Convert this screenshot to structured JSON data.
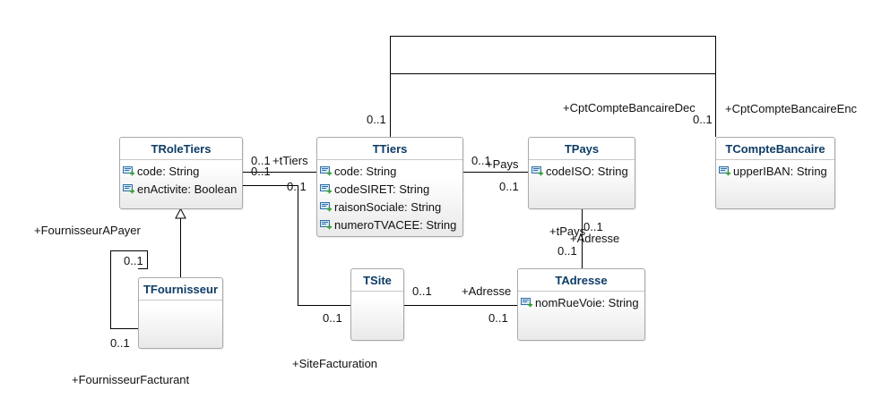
{
  "classes": [
    {
      "id": "TRoleTiers",
      "title": "TRoleTiers",
      "attributes": [
        "code: String",
        "enActivite: Boolean"
      ]
    },
    {
      "id": "TTiers",
      "title": "TTiers",
      "attributes": [
        "code: String",
        "codeSIRET: String",
        "raisonSociale: String",
        "numeroTVACEE: String"
      ]
    },
    {
      "id": "TPays",
      "title": "TPays",
      "attributes": [
        "codeISO: String"
      ]
    },
    {
      "id": "TCompteBancaire",
      "title": "TCompteBancaire",
      "attributes": [
        "upperIBAN: String"
      ]
    },
    {
      "id": "TFournisseur",
      "title": "TFournisseur",
      "attributes": []
    },
    {
      "id": "TSite",
      "title": "TSite",
      "attributes": []
    },
    {
      "id": "TAdresse",
      "title": "TAdresse",
      "attributes": [
        "nomRueVoie: String"
      ]
    }
  ],
  "labels": {
    "roletiers_tiers_mult_a": "0..1",
    "roletiers_tiers_role": "+tTiers",
    "roletiers_tiers_mult_b": "0..1",
    "roletiers_site_mult": "0..1",
    "tiers_pays_mult_a": "0..1",
    "tiers_pays_role": "+Pays",
    "tiers_pays_mult_b": "0..1",
    "tiers_top_mult": "0..1",
    "compte_dec_role": "+CptCompteBancaireDec",
    "compte_top_mult": "0..1",
    "compte_enc_role": "+CptCompteBancaireEnc",
    "pays_adresse_mult_a": "0..1",
    "pays_adresse_role_a": "+tPays",
    "pays_adresse_role_b": "+Adresse",
    "pays_adresse_mult_b": "0..1",
    "site_adresse_mult_a": "0..1",
    "site_adresse_role": "+Adresse",
    "site_adresse_mult_b": "0..1",
    "site_left_mult": "0..1",
    "site_facturation_role": "+SiteFacturation",
    "fournisseur_apayer_role": "+FournisseurAPayer",
    "fournisseur_self_mult_a": "0..1",
    "fournisseur_self_mult_b": "0..1",
    "fournisseur_facturant_role": "+FournisseurFacturant"
  }
}
